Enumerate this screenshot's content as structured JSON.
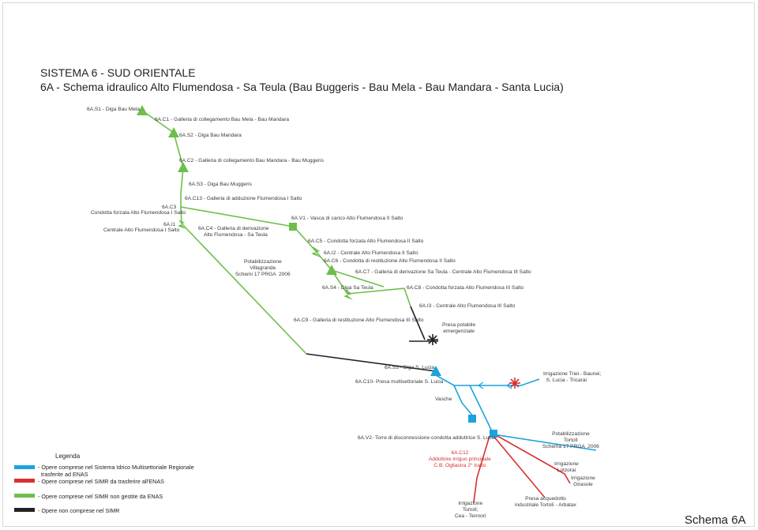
{
  "header": {
    "line1": "SISTEMA 6 - SUD ORIENTALE",
    "line2": "6A - Schema idraulico Alto Flumendosa - Sa Teula (Bau Buggeris - Bau Mela - Bau Mandara - Santa Lucia)"
  },
  "labels": {
    "s1": "6A.S1 - Diga Bau Mela",
    "c1": "6A.C1 - Galleria di collegamento Bau Mela - Bau Mandara",
    "s2": "6A.S2 - Diga Bau Mandara",
    "c2": "6A.C2 - Galleria di collegamento Bau Mandara - Bau Muggeris",
    "s3": "6A.S3 - Diga Bau Muggeris",
    "c13": "6A.C13 - Galleria di adduzione Flumendosa I Salto",
    "c3_code": "6A.C3",
    "c3_name": "Condotta forzata Alto Flumendosa I Salto",
    "i1_code": "6A.I1",
    "i1_name": "Centrale Alto Flumendosa I Salto",
    "c4": "6A.C4 - Galleria di derivazione\n    Alto Flumendosa - Sa Teula",
    "v1": "6A.V1 - Vasca di carico Alto Flumendosa II Salto",
    "c5": "6A.C5 - Condotta forzata Alto Flumendosa II Salto",
    "potab_villagrande": "Potabilizzazione\nVillagrande\nSchemi 17 PRGA  2006",
    "i2": "6A.I2 - Centrale Alto Flumendosa II Salto",
    "c6": "6A.C6 - Condotta di restituzione Alto Flumendosa II Salto",
    "c7": "6A.C7 - Galleria di derivazione Sa Teula - Centrale Alto Flumendosa III Salto",
    "s4": "6A.S4 - Diga Sa Teula",
    "c8": "6A.C8 - Condotta forzata Alto Flumendosa III Salto",
    "i3": "6A.I3 - Centrale Alto Flumendosa III Salto",
    "c9": "6A.C9 - Galleria di restituzione Alto Flumendosa III Salto",
    "presa_potabile": "Presa potabile\nemergenziale",
    "s5": "6A.S5 - Diga S. Lucia",
    "c10": "6A.C10- Presa multisettoriale S. Lucia",
    "irr_triei": "Irrigazione Triei - Baunei;\n  S. Lucia - Tricarai",
    "vasche": "Vasche",
    "v2": "6A.V2- Torre di disconnessione condotta adduttrice S. Lucia",
    "potab_tortoli": "Potabilizzazione\nTortolì\nSchema 17 PRGA  2006",
    "c12": "6A.C12\nAdduttore irriguo principale\nC.B. Ogliastra 2° tratto",
    "irr_lotzorai": "Irrigazione\nLotzorai",
    "irr_girasole": "Irrigazione\nGirasole",
    "irr_tortoli": "Irrigazione\nTortolì;\nCea - Tennori",
    "presa_acquedotto": "Presa acquedotto\nindustriale Tortolì - Arbatax"
  },
  "legend": {
    "title": "Legenda",
    "items": [
      {
        "text": "- Opere comprese nel Sistema Idrico Multisettoriale Regionale\n  trasferite ad ENAS",
        "color": "#1aa3dd"
      },
      {
        "text": "- Opere comprese nel SIMR da trasferire all'ENAS",
        "color": "#d83030"
      },
      {
        "text": "- Opere comprese nel SIMR non gestite da ENAS",
        "color": "#6cbf4a"
      },
      {
        "text": "- Opere non comprese nel SIMR",
        "color": "#222222"
      }
    ]
  },
  "footer": {
    "schema": "Schema 6A"
  },
  "colors": {
    "green": "#6cbf4a",
    "blue": "#1aa3dd",
    "red": "#d83030",
    "black": "#222222"
  }
}
